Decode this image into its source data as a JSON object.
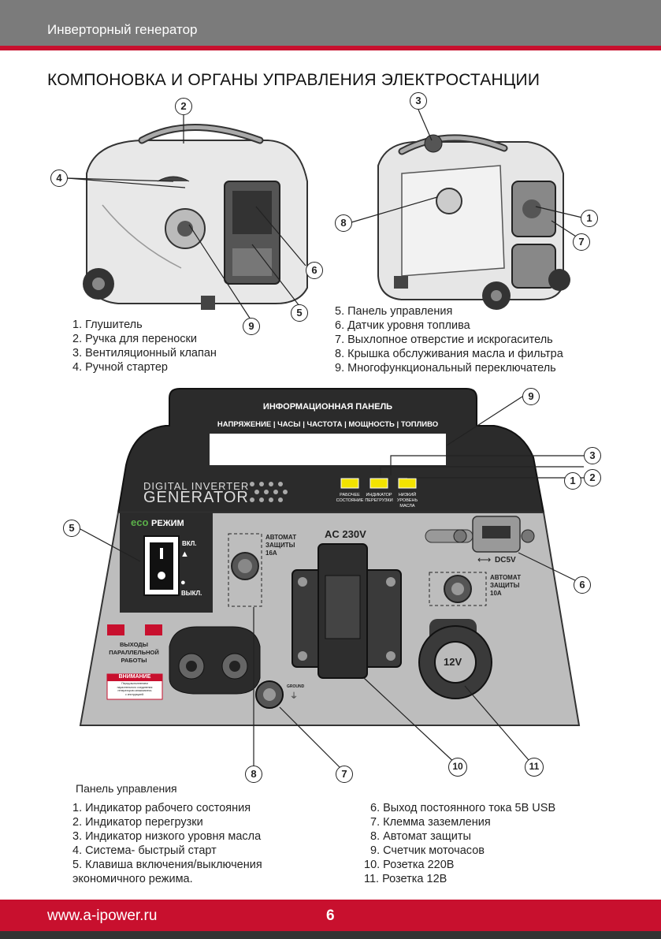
{
  "header": {
    "title": "Инверторный генератор"
  },
  "main_title": "КОМПОНОВКА И ОРГАНЫ УПРАВЛЕНИЯ ЭЛЕКТРОСТАНЦИИ",
  "callouts_top": [
    "2",
    "4",
    "6",
    "5",
    "9",
    "3",
    "8",
    "1",
    "7"
  ],
  "legend_left": [
    "1. Глушитель",
    "2. Ручка для переноски",
    "3. Вентиляционный клапан",
    "4. Ручной стартер"
  ],
  "legend_right": [
    "5. Панель управления",
    "6. Датчик уровня топлива",
    "7. Выхлопное отверстие и искрогаситель",
    "8. Крышка обслуживания масла и фильтра",
    "9. Многофункциональный переключатель"
  ],
  "panel": {
    "info_title": "ИНФОРМАЦИОННАЯ ПАНЕЛЬ",
    "info_items": "НАПРЯЖЕНИЕ | ЧАСЫ | ЧАСТОТА | МОЩНОСТЬ | ТОПЛИВО",
    "brand_line1": "DIGITAL INVERTER",
    "brand_line2": "GENERATOR",
    "led1": [
      "РАБОЧЕЕ",
      "СОСТОЯНИЕ"
    ],
    "led2": [
      "ИНДИКАТОР",
      "ПЕРЕГРУЗКИ"
    ],
    "led3": [
      "НИЗКИЙ",
      "УРОВЕНЬ",
      "МАСЛА"
    ],
    "eco_word": "eco",
    "eco_mode": "РЕЖИМ",
    "on_label": "ВКЛ.",
    "off_label": "ВЫКЛ.",
    "breaker16": [
      "АВТОМАТ",
      "ЗАЩИТЫ",
      "16А"
    ],
    "ac_label": "AC 230V",
    "dc_label": "DC5V",
    "breaker10": [
      "АВТОМАТ",
      "ЗАЩИТЫ",
      "10А"
    ],
    "v12": "12V",
    "parallel": [
      "ВЫХОДЫ",
      "ПАРАЛЛЕЛЬНОЙ",
      "РАБОТЫ"
    ],
    "warning": "ВНИМАНИЕ",
    "warning_text": [
      "Перед выполнением",
      "параллельного соединения",
      "генераторов ознакомьтесь",
      "с инструкцией."
    ],
    "ground": "GROUND"
  },
  "callouts_panel": [
    "9",
    "3",
    "2",
    "1",
    "5",
    "6",
    "8",
    "7",
    "10",
    "11"
  ],
  "panel_title": "Панель управления",
  "panel_legend_left": [
    "1. Индикатор рабочего состояния",
    "2. Индикатор перегрузки",
    "3. Индикатор низкого уровня масла",
    "4. Система- быстрый старт",
    "5. Клавиша включения/выключения",
    "экономичного  режима."
  ],
  "panel_legend_right": [
    "6. Выход постоянного тока 5В  USB",
    "7. Клемма заземления",
    "8. Автомат защиты",
    "9. Счетчик моточасов",
    "10. Розетка 220В",
    "11. Розетка 12В"
  ],
  "footer": {
    "url": "www.a-ipower.ru",
    "page": "6"
  },
  "colors": {
    "brand_red": "#c8102e",
    "header_gray": "#7b7b7b",
    "panel_dark": "#2b2b2b",
    "panel_gray": "#bdbdbd",
    "led_yellow": "#f2e300",
    "eco_green": "#5bb04a"
  }
}
